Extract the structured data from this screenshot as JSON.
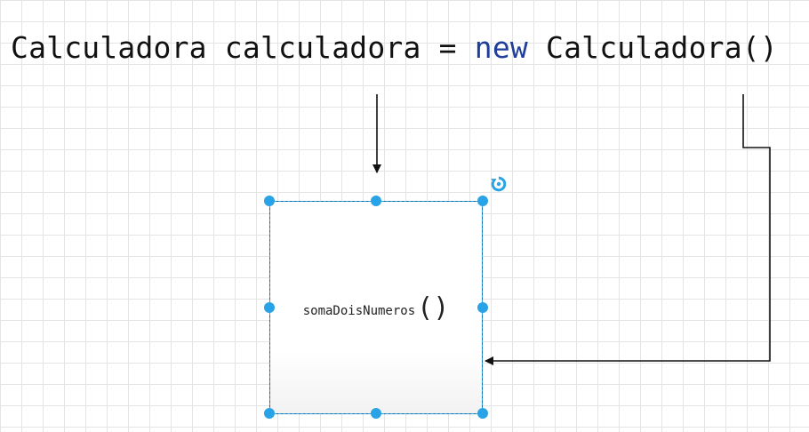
{
  "code": {
    "part1": "Calculadora calculadora = ",
    "keyword": "new",
    "part2": " Calculadora()"
  },
  "diagram": {
    "method_name": "somaDoisNumeros",
    "method_parens": "()"
  },
  "colors": {
    "keyword": "#1f3f9a",
    "selection_handle": "#29a3e6",
    "shape_border": "#1a5f8a",
    "connector": "#111111",
    "grid": "#e4e4e4"
  },
  "icons": {
    "rotate": "rotate-icon",
    "handles": "selection-handle"
  }
}
